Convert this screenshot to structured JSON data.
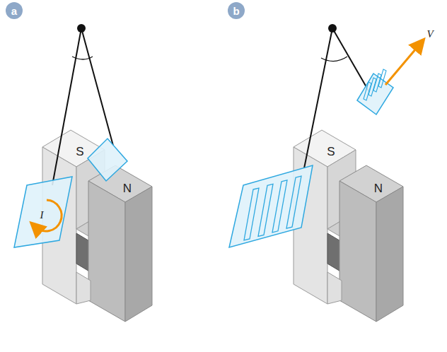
{
  "diagram": {
    "nodes": [
      {
        "text": [
          "a"
        ]
      },
      {
        "text": [
          "b"
        ]
      }
    ],
    "labels": [
      "S",
      "N",
      "I",
      "S",
      "N",
      "V"
    ]
  }
}
